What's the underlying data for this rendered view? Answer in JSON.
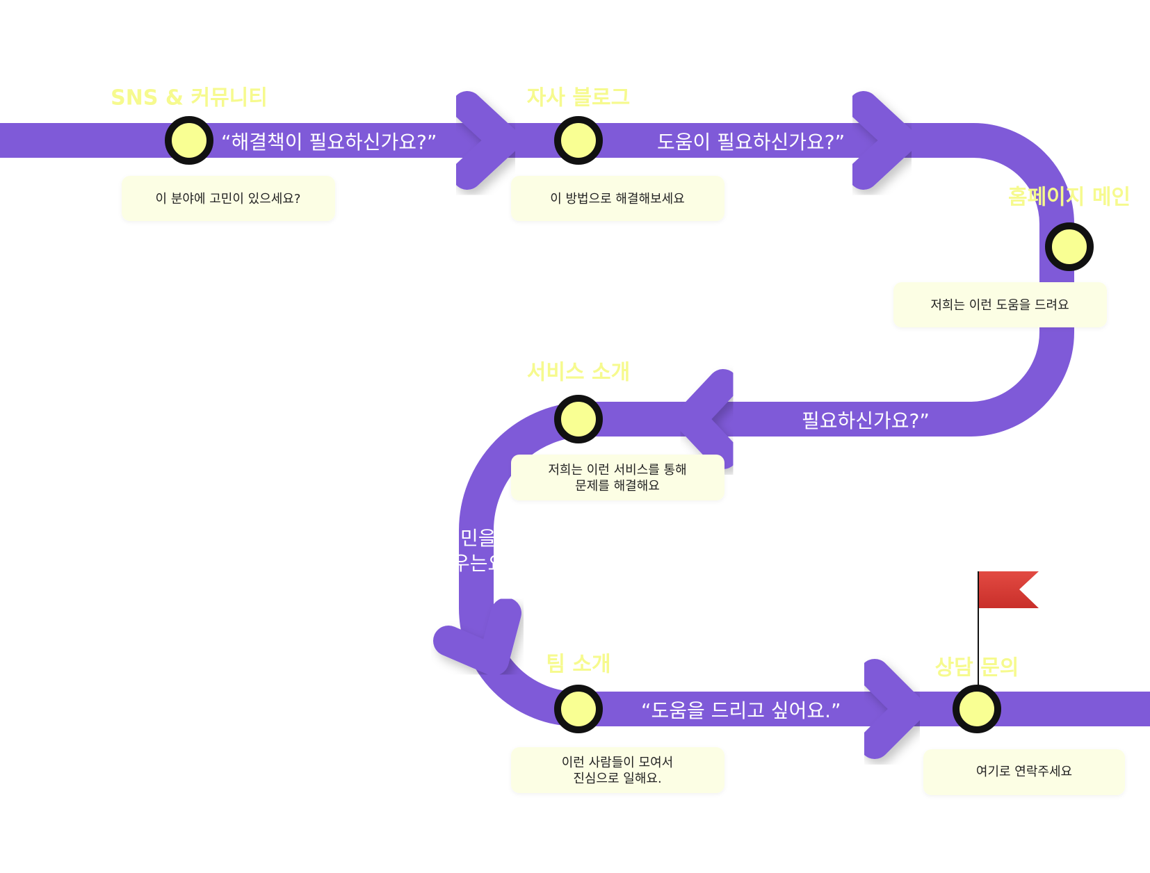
{
  "colors": {
    "track": "#7f5ad8",
    "title": "#f6fa8e",
    "station_fill": "#f9ff93",
    "station_ring": "#111111",
    "caption_bg": "#fcfee4",
    "caption_text": "#222222",
    "quote_text": "#ffffff",
    "flag": "#e2453d"
  },
  "stations": [
    {
      "title": "SNS & 커뮤니티",
      "caption": [
        "이 분야에 고민이 있으세요?"
      ]
    },
    {
      "title": "자사 블로그",
      "caption": [
        "이 방법으로 해결해보세요"
      ]
    },
    {
      "title": "홈페이지 메인",
      "caption": [
        "저희는 이런 도움을 드려요"
      ]
    },
    {
      "title": "서비스 소개",
      "caption": [
        "저희는 이런 서비스를 통해",
        "문제를 해결해요"
      ]
    },
    {
      "title": "팀 소개",
      "caption": [
        "이런 사람들이 모여서",
        "진심으로 일해요."
      ]
    },
    {
      "title": "상담 문의",
      "caption": [
        "여기로 연락주세요"
      ]
    }
  ],
  "quotes": [
    "“해결책이 필요하신가요?”",
    "도움이 필요하신가요?”",
    "필요하신가요?”",
    "민을",
    "우는요",
    "“도움을 드리고 싶어요.”"
  ],
  "icons": [
    "flag-icon",
    "chevron-right-icon",
    "chevron-left-icon",
    "chevron-down-icon"
  ]
}
